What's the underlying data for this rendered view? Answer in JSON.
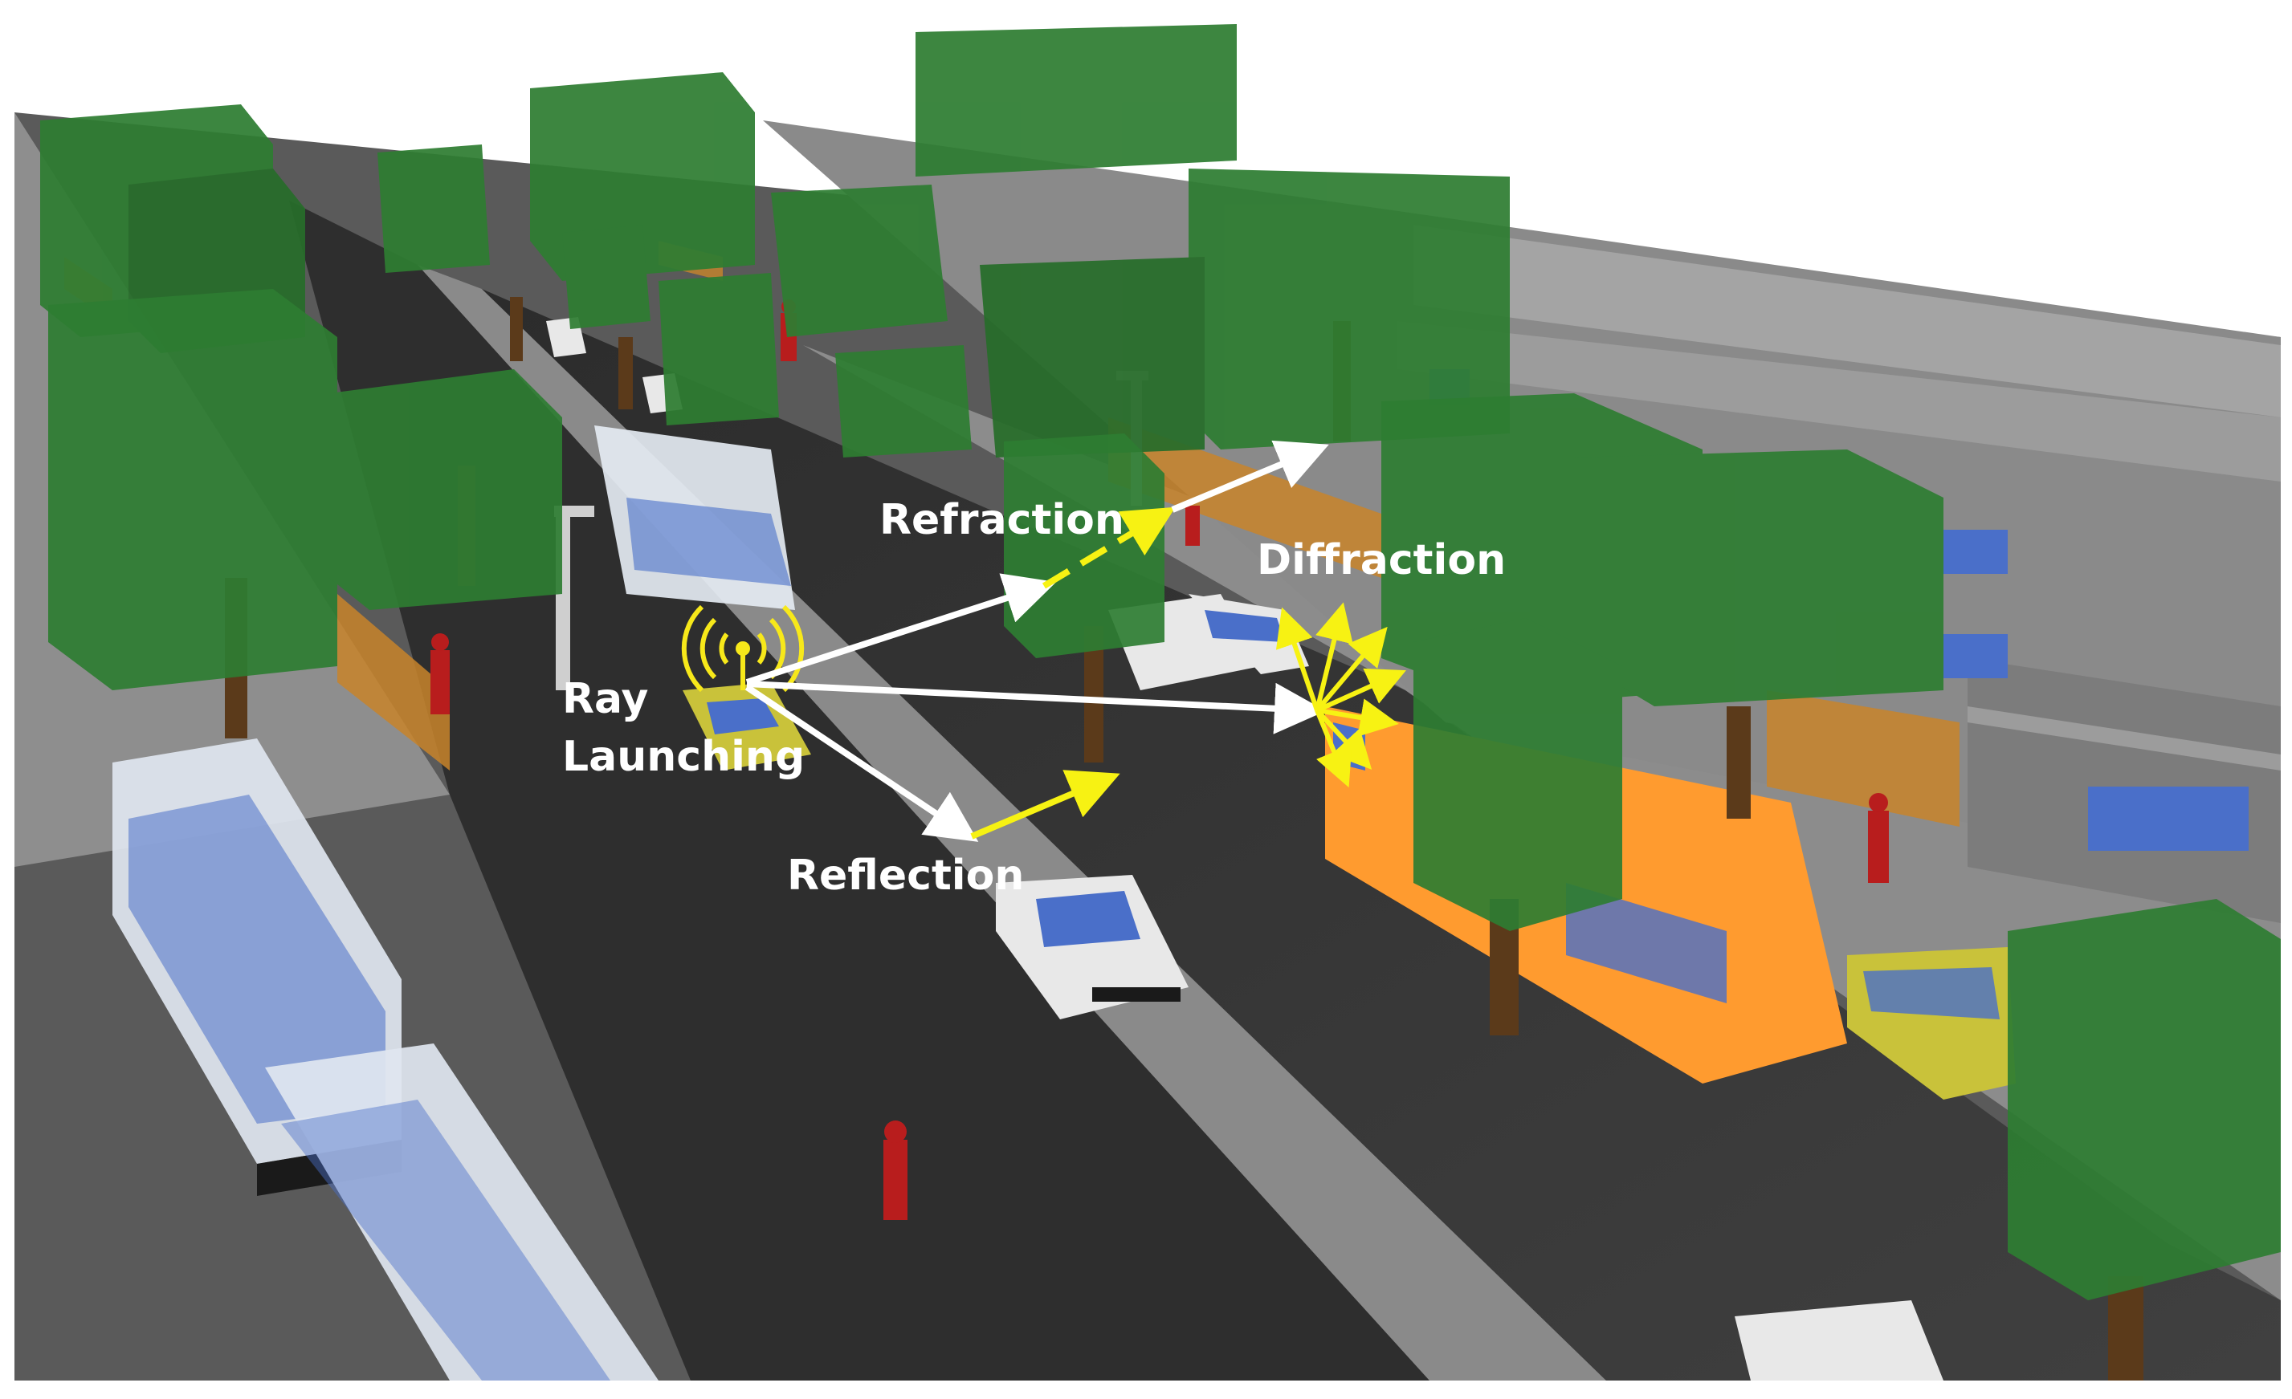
{
  "labels": {
    "ray_launching_line1": "Ray",
    "ray_launching_line2": "Launching",
    "refraction": "Refraction",
    "diffraction": "Diffraction",
    "reflection": "Reflection"
  },
  "colors": {
    "ground": "#555555",
    "road": "#3a3a3a",
    "sidewalk": "#8c8c8c",
    "building": "#8a8a8a",
    "building_dark": "#6e6e6e",
    "tree": "#2e7d32",
    "tree_dark": "#1f5f25",
    "trunk": "#5b3a1a",
    "bus_glass": "#dfe6f0",
    "bus_window": "#4a6fc9",
    "car_white": "#e8e8e8",
    "car_yellow": "#c9c23a",
    "orange_bus": "#ff9b2f",
    "fence": "#c8842a",
    "pedestrian": "#b81d1d",
    "ray_white": "#ffffff",
    "ray_yellow": "#f7f213",
    "antenna": "#f7e81a"
  },
  "icons": {
    "transmitter": "antenna-wave-icon"
  }
}
